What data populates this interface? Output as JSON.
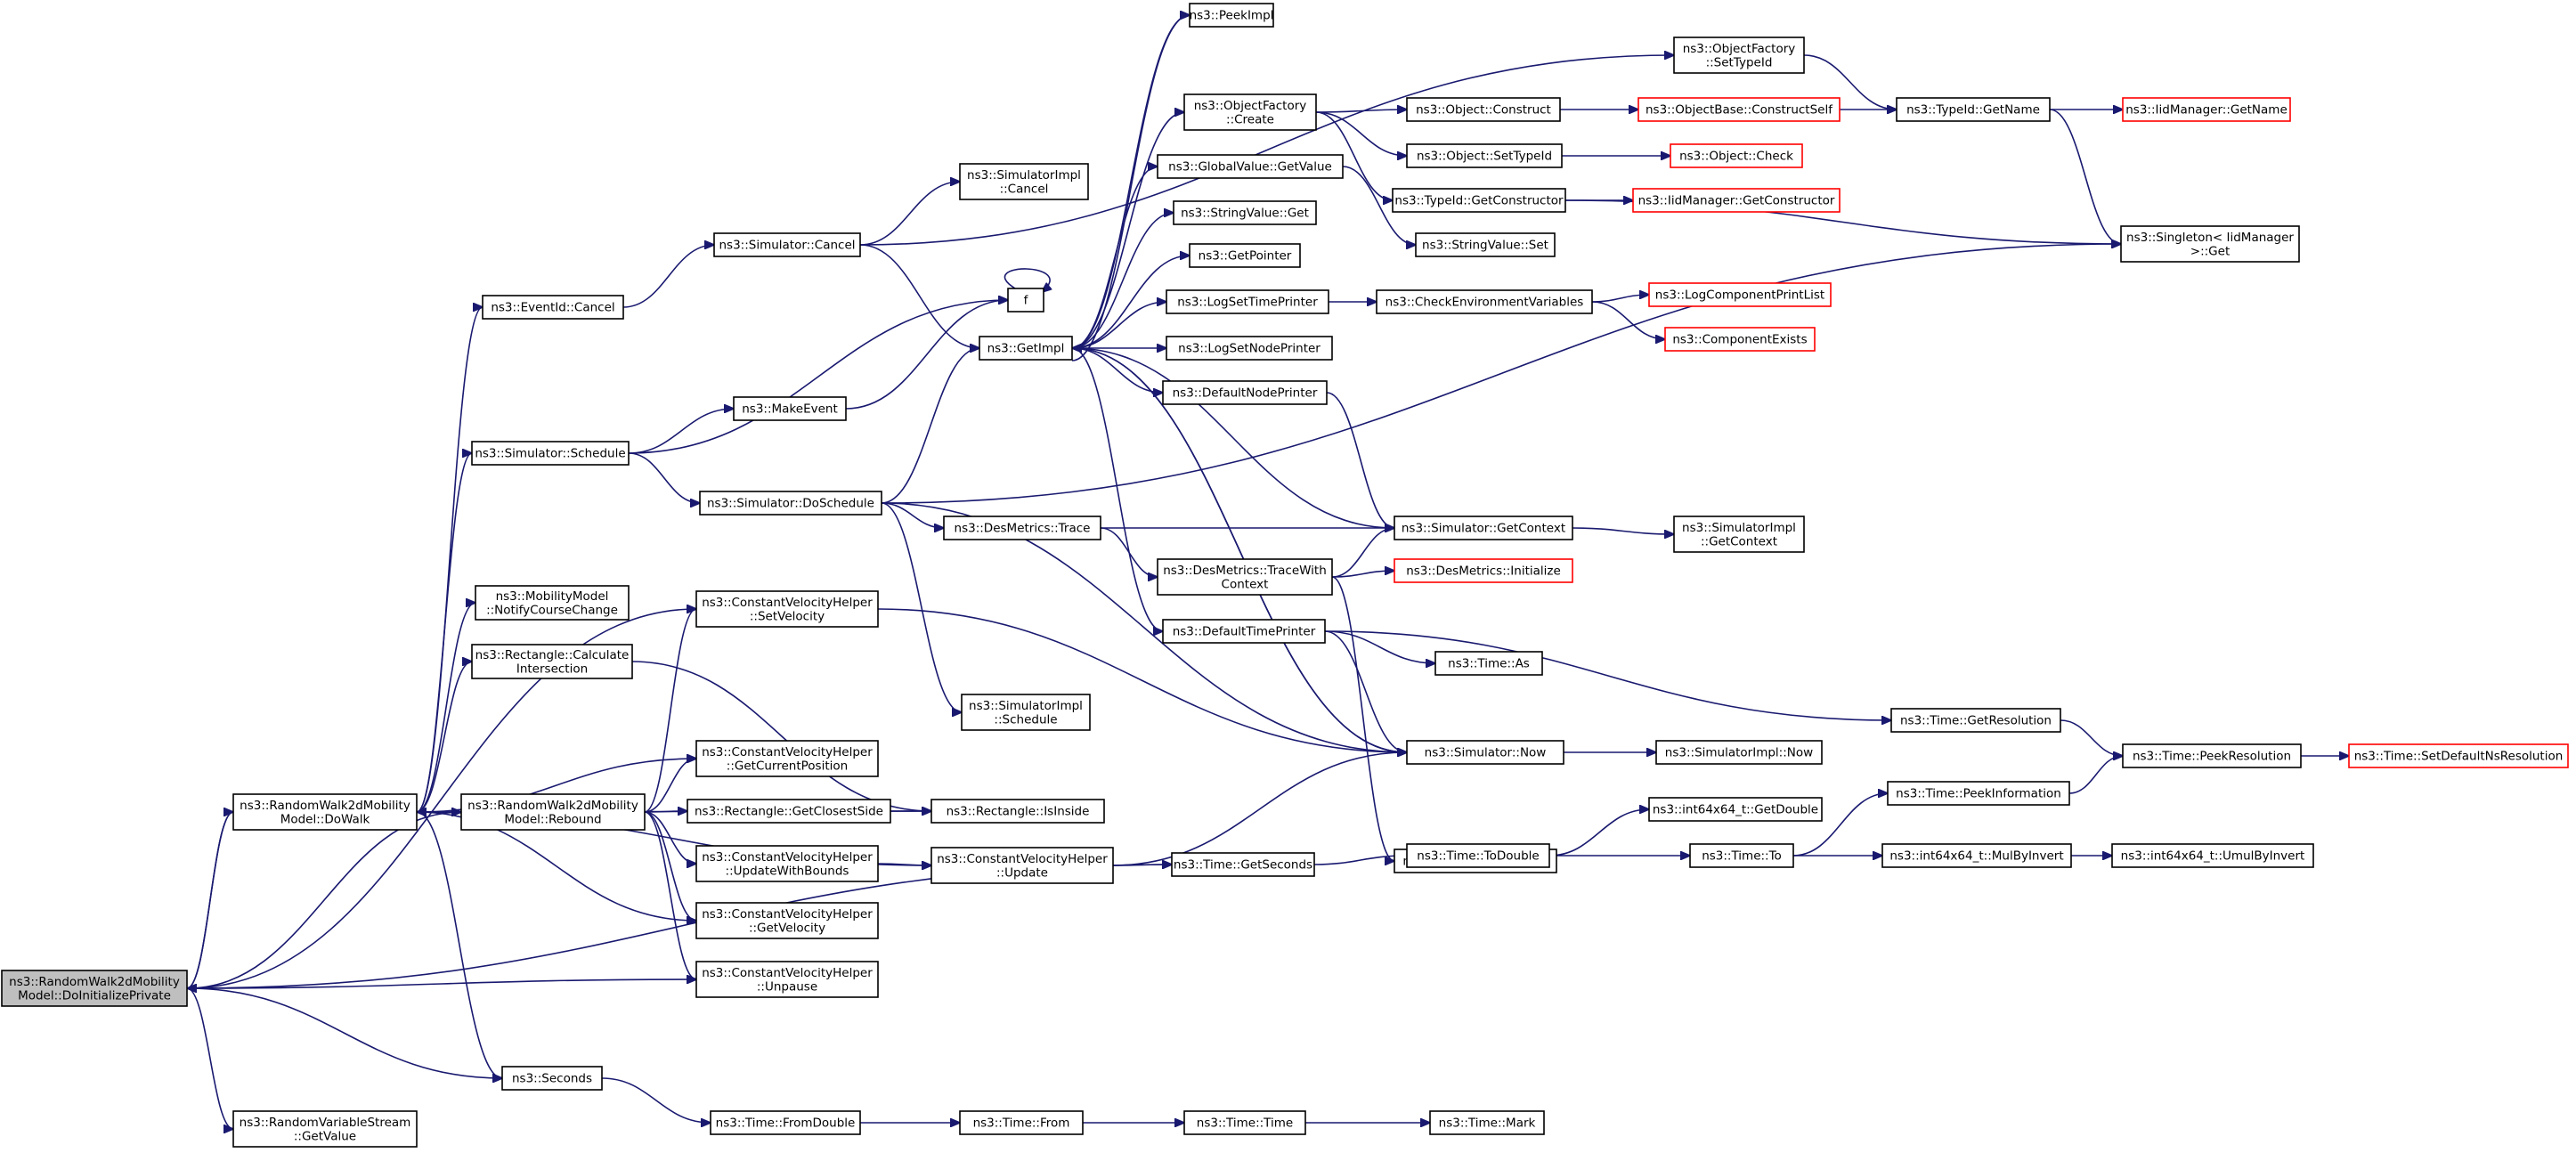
{
  "diagram": {
    "colors": {
      "edge": "#191970",
      "node_border": "#000000",
      "external_node_border": "#ff0000",
      "root_fill": "#bfbfbf"
    },
    "nodes": [
      {
        "id": "root",
        "lines": [
          "ns3::RandomWalk2dMobility",
          "Model::DoInitializePrivate"
        ],
        "kind": "root"
      },
      {
        "id": "dowalk",
        "lines": [
          "ns3::RandomWalk2dMobility",
          "Model::DoWalk"
        ]
      },
      {
        "id": "rebound",
        "lines": [
          "ns3::RandomWalk2dMobility",
          "Model::Rebound"
        ]
      },
      {
        "id": "rvs_get",
        "lines": [
          "ns3::RandomVariableStream",
          "::GetValue"
        ]
      },
      {
        "id": "eventid_cancel",
        "lines": [
          "ns3::EventId::Cancel"
        ]
      },
      {
        "id": "sim_schedule",
        "lines": [
          "ns3::Simulator::Schedule"
        ]
      },
      {
        "id": "mm_notify",
        "lines": [
          "ns3::MobilityModel",
          "::NotifyCourseChange"
        ]
      },
      {
        "id": "rect_calc",
        "lines": [
          "ns3::Rectangle::Calculate",
          "Intersection"
        ]
      },
      {
        "id": "seconds",
        "lines": [
          "ns3::Seconds"
        ]
      },
      {
        "id": "sim_cancel",
        "lines": [
          "ns3::Simulator::Cancel"
        ]
      },
      {
        "id": "make_event",
        "lines": [
          "ns3::MakeEvent"
        ]
      },
      {
        "id": "sim_doschedule",
        "lines": [
          "ns3::Simulator::DoSchedule"
        ]
      },
      {
        "id": "cvh_setvel",
        "lines": [
          "ns3::ConstantVelocityHelper",
          "::SetVelocity"
        ]
      },
      {
        "id": "cvh_getpos",
        "lines": [
          "ns3::ConstantVelocityHelper",
          "::GetCurrentPosition"
        ]
      },
      {
        "id": "rect_closest",
        "lines": [
          "ns3::Rectangle::GetClosestSide"
        ]
      },
      {
        "id": "cvh_updbounds",
        "lines": [
          "ns3::ConstantVelocityHelper",
          "::UpdateWithBounds"
        ]
      },
      {
        "id": "cvh_getvel",
        "lines": [
          "ns3::ConstantVelocityHelper",
          "::GetVelocity"
        ]
      },
      {
        "id": "cvh_unpause",
        "lines": [
          "ns3::ConstantVelocityHelper",
          "::Unpause"
        ]
      },
      {
        "id": "time_fromdouble",
        "lines": [
          "ns3::Time::FromDouble"
        ]
      },
      {
        "id": "rect_isinside",
        "lines": [
          "ns3::Rectangle::IsInside"
        ]
      },
      {
        "id": "cvh_update",
        "lines": [
          "ns3::ConstantVelocityHelper",
          "::Update"
        ]
      },
      {
        "id": "simimpl_cancel",
        "lines": [
          "ns3::SimulatorImpl",
          "::Cancel"
        ]
      },
      {
        "id": "f",
        "lines": [
          "f"
        ]
      },
      {
        "id": "getimpl",
        "lines": [
          "ns3::GetImpl"
        ]
      },
      {
        "id": "des_trace",
        "lines": [
          "ns3::DesMetrics::Trace"
        ]
      },
      {
        "id": "simimpl_schedule",
        "lines": [
          "ns3::SimulatorImpl",
          "::Schedule"
        ]
      },
      {
        "id": "time_from",
        "lines": [
          "ns3::Time::From"
        ]
      },
      {
        "id": "peekimpl",
        "lines": [
          "ns3::PeekImpl"
        ]
      },
      {
        "id": "objfactory_create",
        "lines": [
          "ns3::ObjectFactory",
          "::Create"
        ]
      },
      {
        "id": "globalvalue_get",
        "lines": [
          "ns3::GlobalValue::GetValue"
        ]
      },
      {
        "id": "stringvalue_get",
        "lines": [
          "ns3::StringValue::Get"
        ]
      },
      {
        "id": "getpointer",
        "lines": [
          "ns3::GetPointer"
        ]
      },
      {
        "id": "logsettimeprinter",
        "lines": [
          "ns3::LogSetTimePrinter"
        ]
      },
      {
        "id": "logsetnodeprinter",
        "lines": [
          "ns3::LogSetNodePrinter"
        ]
      },
      {
        "id": "defaultnodeprinter",
        "lines": [
          "ns3::DefaultNodePrinter"
        ]
      },
      {
        "id": "des_tracewith",
        "lines": [
          "ns3::DesMetrics::TraceWith",
          "Context"
        ]
      },
      {
        "id": "defaulttimeprinter",
        "lines": [
          "ns3::DefaultTimePrinter"
        ]
      },
      {
        "id": "time_gettimestep",
        "lines": [
          "ns3::Time::GetTimeStep"
        ]
      },
      {
        "id": "time_gethwconds",
        "lines": [
          "ns3::Time::GetSeconds"
        ]
      },
      {
        "id": "time_time",
        "lines": [
          "ns3::Time::Time"
        ]
      },
      {
        "id": "object_construct",
        "lines": [
          "ns3::Object::Construct"
        ]
      },
      {
        "id": "object_settypeid",
        "lines": [
          "ns3::Object::SetTypeId"
        ]
      },
      {
        "id": "typeid_getctor",
        "lines": [
          "ns3::TypeId::GetConstructor"
        ]
      },
      {
        "id": "stringvalue_set",
        "lines": [
          "ns3::StringValue::Set"
        ]
      },
      {
        "id": "checkenv",
        "lines": [
          "ns3::CheckEnvironmentVariables"
        ]
      },
      {
        "id": "sim_getcontext",
        "lines": [
          "ns3::Simulator::GetContext"
        ]
      },
      {
        "id": "time_as",
        "lines": [
          "ns3::Time::As"
        ]
      },
      {
        "id": "sim_now",
        "lines": [
          "ns3::Simulator::Now"
        ]
      },
      {
        "id": "time_todouble",
        "lines": [
          "ns3::Time::ToDouble"
        ]
      },
      {
        "id": "time_mark",
        "lines": [
          "ns3::Time::Mark"
        ]
      },
      {
        "id": "objfactory_settypeid",
        "lines": [
          "ns3::ObjectFactory",
          "::SetTypeId"
        ]
      },
      {
        "id": "objbase_constructself",
        "lines": [
          "ns3::ObjectBase::ConstructSelf"
        ],
        "kind": "ext"
      },
      {
        "id": "object_check",
        "lines": [
          "ns3::Object::Check"
        ],
        "kind": "ext"
      },
      {
        "id": "iid_getctor",
        "lines": [
          "ns3::IidManager::GetConstructor"
        ],
        "kind": "ext"
      },
      {
        "id": "log_printlist",
        "lines": [
          "ns3::LogComponentPrintList"
        ],
        "kind": "ext"
      },
      {
        "id": "comp_exists",
        "lines": [
          "ns3::ComponentExists"
        ],
        "kind": "ext"
      },
      {
        "id": "simimpl_getcontext",
        "lines": [
          "ns3::SimulatorImpl",
          "::GetContext"
        ]
      },
      {
        "id": "des_initialize",
        "lines": [
          "ns3::DesMetrics::Initialize"
        ],
        "kind": "ext"
      },
      {
        "id": "simimpl_now",
        "lines": [
          "ns3::SimulatorImpl::Now"
        ]
      },
      {
        "id": "int64_getdouble",
        "lines": [
          "ns3::int64x64_t::GetDouble"
        ]
      },
      {
        "id": "time_to",
        "lines": [
          "ns3::Time::To"
        ]
      },
      {
        "id": "typeid_getname",
        "lines": [
          "ns3::TypeId::GetName"
        ]
      },
      {
        "id": "time_getresolution",
        "lines": [
          "ns3::Time::GetResolution"
        ]
      },
      {
        "id": "time_peekinfo",
        "lines": [
          "ns3::Time::PeekInformation"
        ]
      },
      {
        "id": "int64_mulbyinvert",
        "lines": [
          "ns3::int64x64_t::MulByInvert"
        ]
      },
      {
        "id": "iid_getname",
        "lines": [
          "ns3::IidManager::GetName"
        ],
        "kind": "ext"
      },
      {
        "id": "singleton_get",
        "lines": [
          "ns3::Singleton< IidManager",
          " >::Get"
        ]
      },
      {
        "id": "time_peekres",
        "lines": [
          "ns3::Time::PeekResolution"
        ]
      },
      {
        "id": "int64_umulbyinvert",
        "lines": [
          "ns3::int64x64_t::UmulByInvert"
        ]
      },
      {
        "id": "time_setdefaultns",
        "lines": [
          "ns3::Time::SetDefaultNsResolution"
        ],
        "kind": "ext"
      }
    ]
  }
}
